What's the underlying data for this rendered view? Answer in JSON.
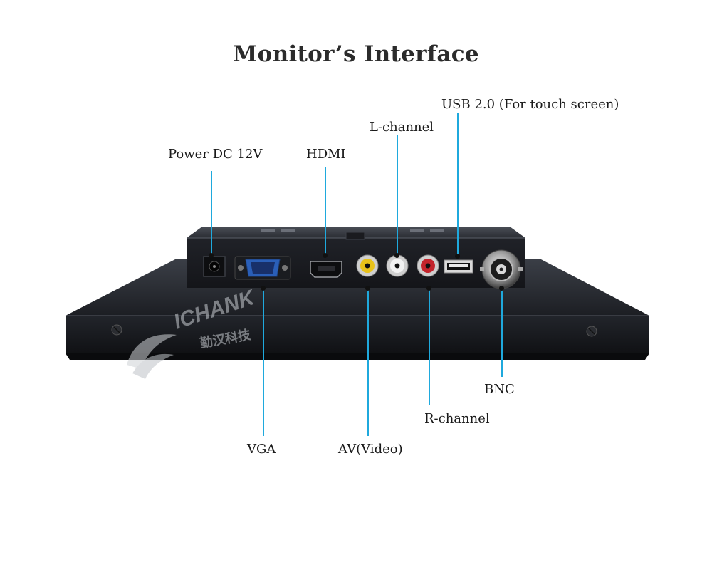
{
  "title": "Monitor’s Interface",
  "labels": {
    "power": "Power DC 12V",
    "hdmi": "HDMI",
    "l_channel": "L-channel",
    "usb": "USB 2.0 (For touch screen)",
    "vga": "VGA",
    "av": "AV(Video)",
    "r_channel": "R-channel",
    "bnc": "BNC"
  },
  "watermark": {
    "brand": "ICHANK",
    "subtitle": "勤汉科技"
  },
  "colors": {
    "callout_line": "#1fa9dd",
    "rca_yellow": "#e8c21a",
    "rca_white": "#e6e6e6",
    "rca_red": "#c3242c"
  }
}
